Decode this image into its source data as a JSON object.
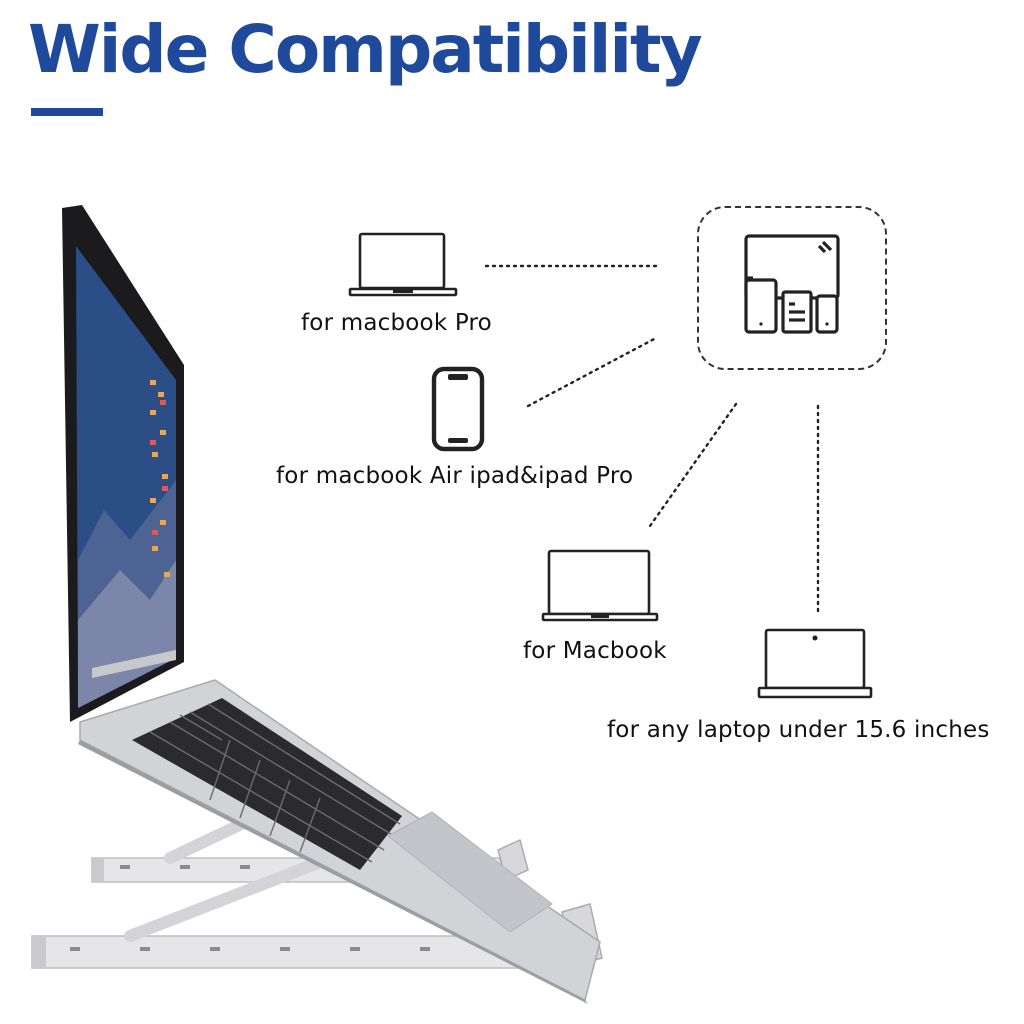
{
  "header": {
    "title": "Wide Compatibility",
    "accent_color": "#1f4a9c"
  },
  "devices": [
    {
      "label": "for macbook  Pro",
      "icon": "laptop-icon"
    },
    {
      "label": "for macbook Air ipad&ipad Pro",
      "icon": "phone-icon"
    },
    {
      "label": "for Macbook",
      "icon": "laptop-icon"
    },
    {
      "label": "for any laptop under 15.6 inches",
      "icon": "laptop-webcam-icon"
    }
  ],
  "hub": {
    "icon": "multi-device-icon"
  },
  "photo": {
    "subject": "laptop-on-stand"
  }
}
